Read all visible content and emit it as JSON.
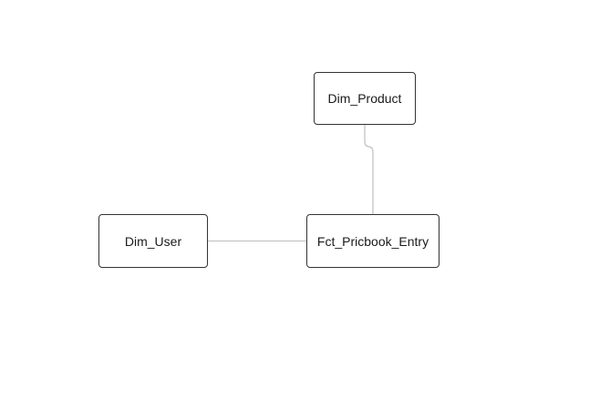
{
  "diagram": {
    "type": "entity-relationship",
    "nodes": [
      {
        "id": "dim_product",
        "label": "Dim_Product"
      },
      {
        "id": "fct_pricbook_entry",
        "label": "Fct_Pricbook_Entry"
      },
      {
        "id": "dim_user",
        "label": "Dim_User"
      }
    ],
    "edges": [
      {
        "from": "dim_product",
        "to": "fct_pricbook_entry"
      },
      {
        "from": "dim_user",
        "to": "fct_pricbook_entry"
      }
    ]
  },
  "colors": {
    "background": "#ffffff",
    "node_border": "#333333",
    "connector": "#c4c4c4",
    "text": "#1a1a1a"
  }
}
